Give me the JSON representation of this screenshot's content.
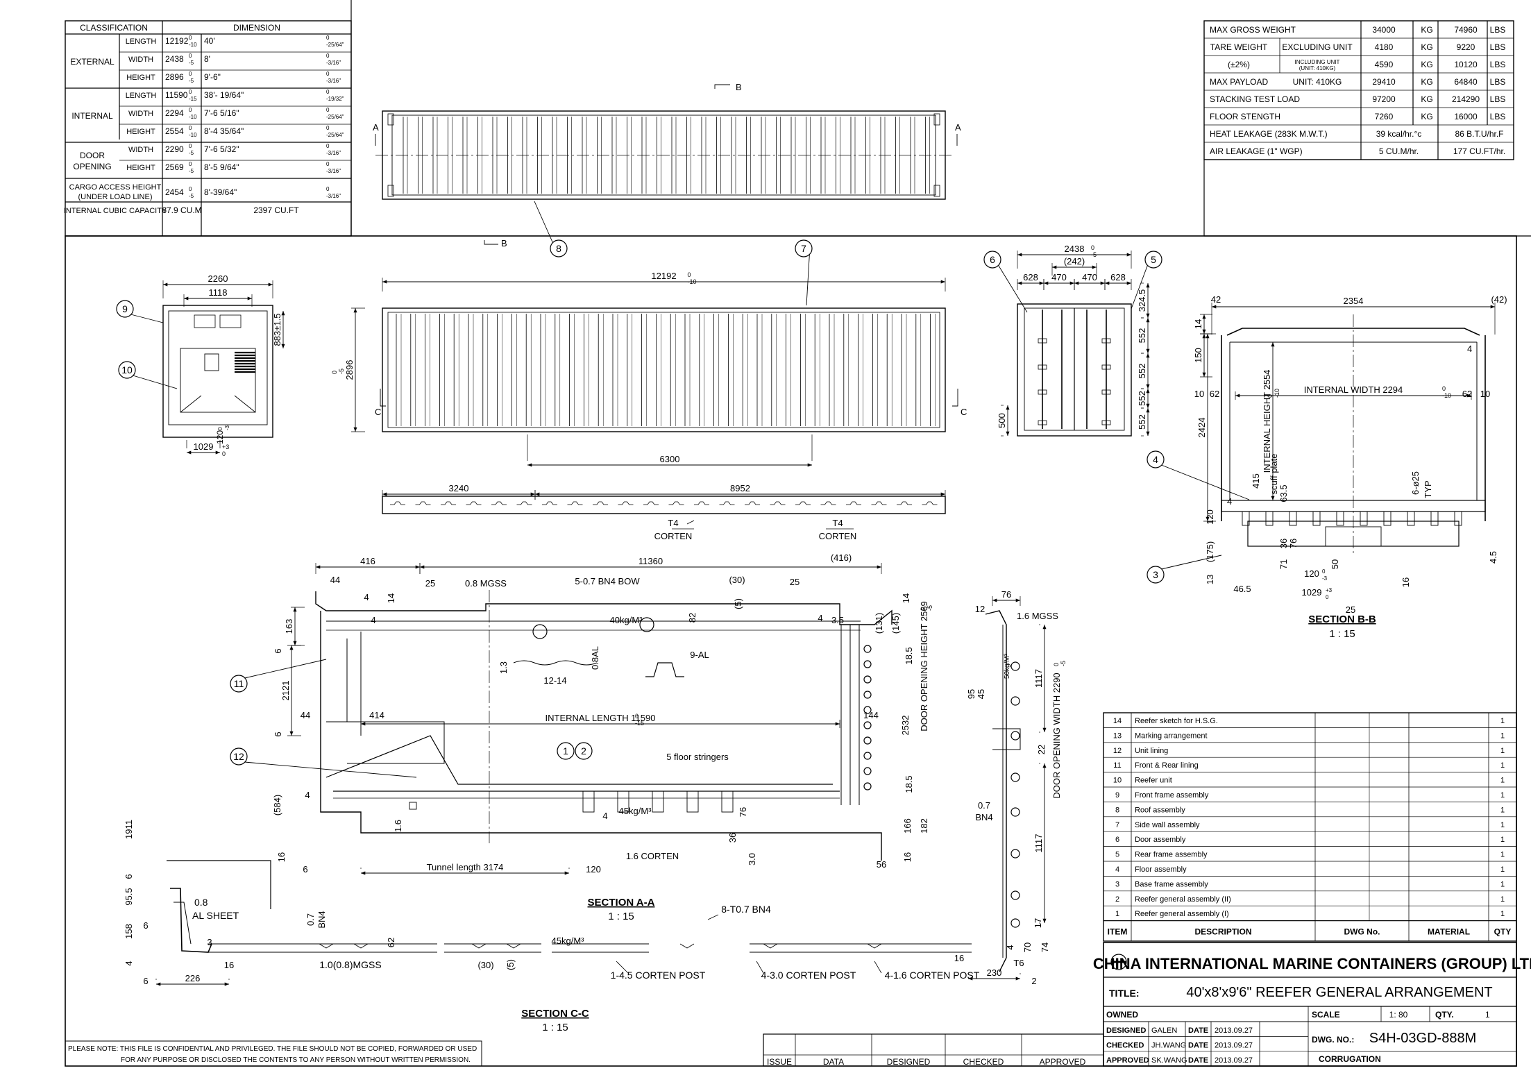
{
  "classification_table": {
    "header": [
      "CLASSIFICATION",
      "DIMENSION"
    ],
    "groups": [
      {
        "name": "EXTERNAL",
        "rows": [
          {
            "label": "LENGTH",
            "mm": "12192",
            "mm_tol": "0 / -10",
            "imp": "40'",
            "imp_tol": "0 / -25/64\""
          },
          {
            "label": "WIDTH",
            "mm": "2438",
            "mm_tol": "0 / -5",
            "imp": "8'",
            "imp_tol": "0 / -3/16\""
          },
          {
            "label": "HEIGHT",
            "mm": "2896",
            "mm_tol": "0 / -5",
            "imp": "9'-6\"",
            "imp_tol": "0 / -3/16\""
          }
        ]
      },
      {
        "name": "INTERNAL",
        "rows": [
          {
            "label": "LENGTH",
            "mm": "11590",
            "mm_tol": "0 / -15",
            "imp": "38'- 19/64\"",
            "imp_tol": "0 / -19/32\""
          },
          {
            "label": "WIDTH",
            "mm": "2294",
            "mm_tol": "0 / -10",
            "imp": "7'-6 5/16\"",
            "imp_tol": "0 / -25/64\""
          },
          {
            "label": "HEIGHT",
            "mm": "2554",
            "mm_tol": "0 / -10",
            "imp": "8'-4 35/64\"",
            "imp_tol": "0 / -25/64\""
          }
        ]
      },
      {
        "name": "DOOR OPENING",
        "rows": [
          {
            "label": "WIDTH",
            "mm": "2290",
            "mm_tol": "0 / -5",
            "imp": "7'-6 5/32\"",
            "imp_tol": "0 / -3/16\""
          },
          {
            "label": "HEIGHT",
            "mm": "2569",
            "mm_tol": "0 / -5",
            "imp": "8'-5 9/64\"",
            "imp_tol": "0 / -3/16\""
          }
        ]
      }
    ],
    "cargo": {
      "label": "CARGO ACCESS HEIGHT (UNDER LOAD LINE)",
      "mm": "2454",
      "mm_tol": "0 / -5",
      "imp": "8'-39/64\"",
      "imp_tol": "0 / -3/16\""
    },
    "capacity": {
      "label": "INTERNAL CUBIC CAPACITY",
      "metric": "67.9 CU.M",
      "imperial": "2397 CU.FT"
    }
  },
  "weights_table": {
    "rows": [
      {
        "label": "MAX GROSS WEIGHT",
        "sub": "",
        "v1": "34000",
        "u1": "KG",
        "v2": "74960",
        "u2": "LBS"
      },
      {
        "label": "TARE WEIGHT",
        "sub": "EXCLUDING UNIT",
        "v1": "4180",
        "u1": "KG",
        "v2": "9220",
        "u2": "LBS"
      },
      {
        "label": "(±2%)",
        "sub": "INCLUDING UNIT (UNIT: 410KG)",
        "v1": "4590",
        "u1": "KG",
        "v2": "10120",
        "u2": "LBS"
      },
      {
        "label": "MAX PAYLOAD",
        "sub": "UNIT: 410KG",
        "v1": "29410",
        "u1": "KG",
        "v2": "64840",
        "u2": "LBS"
      },
      {
        "label": "STACKING TEST LOAD",
        "sub": "",
        "v1": "97200",
        "u1": "KG",
        "v2": "214290",
        "u2": "LBS"
      },
      {
        "label": "FLOOR STENGTH",
        "sub": "",
        "v1": "7260",
        "u1": "KG",
        "v2": "16000",
        "u2": "LBS"
      },
      {
        "label": "HEAT LEAKAGE (283K M.W.T.)",
        "sub": "",
        "v1": "39 kcal/hr.°c",
        "u1": "",
        "v2": "86 B.T.U/hr.F",
        "u2": ""
      },
      {
        "label": "AIR LEAKAGE (1\" WGP)",
        "sub": "",
        "v1": "5 CU.M/hr.",
        "u1": "",
        "v2": "177 CU.FT/hr.",
        "u2": ""
      }
    ]
  },
  "parts_list": {
    "items": [
      {
        "no": "14",
        "desc": "Reefer sketch for H.S.G.",
        "qty": "1"
      },
      {
        "no": "13",
        "desc": "Marking arrangement",
        "qty": "1"
      },
      {
        "no": "12",
        "desc": "Unit lining",
        "qty": "1"
      },
      {
        "no": "11",
        "desc": "Front & Rear lining",
        "qty": "1"
      },
      {
        "no": "10",
        "desc": "Reefer unit",
        "qty": "1"
      },
      {
        "no": "9",
        "desc": "Front frame assembly",
        "qty": "1"
      },
      {
        "no": "8",
        "desc": "Roof assembly",
        "qty": "1"
      },
      {
        "no": "7",
        "desc": "Side wall assembly",
        "qty": "1"
      },
      {
        "no": "6",
        "desc": "Door assembly",
        "qty": "1"
      },
      {
        "no": "5",
        "desc": "Rear frame assembly",
        "qty": "1"
      },
      {
        "no": "4",
        "desc": "Floor assembly",
        "qty": "1"
      },
      {
        "no": "3",
        "desc": "Base frame assembly",
        "qty": "1"
      },
      {
        "no": "2",
        "desc": "Reefer general assembly (II)",
        "qty": "1"
      },
      {
        "no": "1",
        "desc": "Reefer general assembly (I)",
        "qty": "1"
      }
    ],
    "headers": {
      "item": "ITEM",
      "desc": "DESCRIPTION",
      "dwg": "DWG No.",
      "mat": "MATERIAL",
      "qty": "QTY"
    }
  },
  "title_block": {
    "company": "CHINA INTERNATIONAL MARINE CONTAINERS (GROUP) LTD.",
    "title_label": "TITLE:",
    "title": "40'x8'x9'6\" REEFER GENERAL ARRANGEMENT",
    "owned": "OWNED",
    "scale_label": "SCALE",
    "scale": "1: 80",
    "qty_label": "QTY.",
    "qty": "1",
    "rows": [
      {
        "role": "DESIGNED",
        "name": "GALEN",
        "date_label": "DATE",
        "date": "2013.09.27"
      },
      {
        "role": "CHECKED",
        "name": "JH.WANG",
        "date_label": "DATE",
        "date": "2013.09.27"
      },
      {
        "role": "APPROVED",
        "name": "SK.WANG",
        "date_label": "DATE",
        "date": "2013.09.27"
      }
    ],
    "dwg_no_label": "DWG. NO.:",
    "dwg_no": "S4H-03GD-888M",
    "corrugation": "CORRUGATION"
  },
  "revision_block": {
    "headers": [
      "ISSUE",
      "DATA",
      "DESIGNED",
      "CHECKED",
      "APPROVED"
    ]
  },
  "note": {
    "line1": "PLEASE NOTE:  THIS FILE IS CONFIDENTIAL AND PRIVILEGED. THE FILE SHOULD NOT BE COPIED, FORWARDED OR USED",
    "line2": "FOR ANY PURPOSE OR DISCLOSED THE CONTENTS TO ANY PERSON WITHOUT WRITTEN PERMISSION."
  },
  "sections": {
    "aa": {
      "title": "SECTION  A-A",
      "scale": "1 : 15"
    },
    "bb": {
      "title": "SECTION  B-B",
      "scale": "1 : 15"
    },
    "cc": {
      "title": "SECTION  C-C",
      "scale": "1 : 15"
    }
  },
  "dims": {
    "plan": {
      "a1": "A",
      "a2": "A",
      "b1": "B",
      "b2": "B"
    },
    "side": {
      "len": "12192",
      "len_tol": "0 / -10",
      "height": "2896",
      "height_tol": "0 / -5",
      "c1": "C",
      "c2": "C",
      "d6300": "6300"
    },
    "floor": {
      "d3240": "3240",
      "d8952": "8952",
      "t4a": "T4",
      "corten_a": "CORTEN",
      "t4b": "T4",
      "corten_b": "CORTEN"
    },
    "front": {
      "w2260": "2260",
      "w1118": "1118",
      "h883": "883±1.5",
      "d120": "120",
      "d120_tol": "0 / -3",
      "d1029": "1029",
      "d1029_tol": "+3 / 0"
    },
    "rear": {
      "w": "2438",
      "w_tol": "0 / -5",
      "d242": "(242)",
      "d628a": "628",
      "d470a": "470",
      "d470b": "470",
      "d628b": "628",
      "d3245": "324.5",
      "d552a": "552",
      "d552b": "552",
      "d552c": "552",
      "d552d": "552",
      "d500": "500"
    },
    "bb": {
      "d42a": "42",
      "d2354": "2354",
      "d42b": "(42)",
      "d14": "14",
      "d150": "150",
      "d4": "4",
      "d10a": "10",
      "d62a": "62",
      "int_h": "INTERNAL HEIGHT 2554",
      "int_h_tol": "0 / -10",
      "int_w": "INTERNAL WIDTH 2294",
      "int_w_tol": "0 / -10",
      "d62b": "62",
      "d10b": "10",
      "d2424": "2424",
      "d415": "415",
      "scuff": "scuff plate",
      "d635": "63.5",
      "d625": "6-ø25",
      "typ": "TYP",
      "d120": "120",
      "d4b": "4",
      "d175": "(175)",
      "d13": "13",
      "d465": "46.5",
      "d76": "76",
      "d36": "36",
      "d71": "71",
      "d1203": "120",
      "d1203_tol": "0 / -3",
      "d50": "50",
      "d1029": "1029",
      "d1029_tol": "+3 / 0",
      "d25": "25",
      "d16": "16",
      "d45": "4.5"
    },
    "aa": {
      "d416": "416",
      "d11360": "11360",
      "d416b": "(416)",
      "d44": "44",
      "d4a": "4",
      "d14": "14",
      "d25a": "25",
      "mgss": "0.8 MGSS",
      "bow": "5-0.7 BN4 BOW",
      "d30": "(30)",
      "d5": "(5)",
      "d25b": "25",
      "d14b": "14",
      "d163": "163",
      "d4b": "4",
      "density1": "40kg/M³",
      "d82": "82",
      "d4c": "4",
      "d35": "3.5",
      "d131": "(131)",
      "d145": "(145)",
      "d6a": "6",
      "d13": "1.3",
      "d08al": "0.8AL",
      "al9": "9-AL",
      "d1214": "12-14",
      "d2121": "2121",
      "d185a": "18.5",
      "door_h": "DOOR OPENING HEIGHT 2569",
      "door_h_tol": "0 / -5",
      "d44b": "44",
      "d414": "414",
      "int_len": "INTERNAL LENGTH 11590",
      "int_len_tol": "0 / -15",
      "d144": "144",
      "d2532": "2532",
      "d6b": "6",
      "stringers": "5 floor stringers",
      "d584": "(584)",
      "d4d": "4",
      "density2": "45kg/M³",
      "d4e": "4",
      "d76": "76",
      "d185b": "18.5",
      "d16a": "1.6",
      "d36": "36",
      "d166": "166",
      "d182": "182",
      "corten16": "1.6 CORTEN",
      "d30b": "3.0",
      "d16b": "16",
      "d6c": "6",
      "tunnel": "Tunnel length 3174",
      "d120": "120",
      "d56": "56",
      "d16c": "16"
    },
    "door": {
      "d76": "76",
      "d12": "12",
      "mgss": "1.6 MGSS",
      "density": "50kg/M³",
      "d95": "95",
      "d45": "45",
      "d1117a": "1117",
      "width": "DOOR OPENING WIDTH 2290",
      "width_tol": "0 / -5",
      "d22": "22",
      "d07": "0.7",
      "bn4": "BN4",
      "d1117b": "1117",
      "d17": "17",
      "d4": "4",
      "d70": "70",
      "d74": "74",
      "t6": "T6",
      "d16": "16",
      "d230": "230",
      "d2": "2"
    },
    "cc": {
      "d1911": "1911",
      "d955": "95.5",
      "d6a": "6",
      "d08": "0.8",
      "al_sheet": "AL SHEET",
      "d158": "158",
      "d6b": "6",
      "d3": "3",
      "d07": "0.7",
      "bn4": "BN4",
      "d62": "62",
      "d4": "4",
      "d16": "16",
      "mgss": "1.0(0.8)MGSS",
      "d30": "(30)",
      "d5": "(5)",
      "density": "45kg/M³",
      "t07": "8-T0.7 BN4",
      "post1": "1-4.5 CORTEN POST",
      "post2": "4-3.0 CORTEN POST",
      "post3": "4-1.6 CORTEN POST",
      "d6c": "6",
      "d226": "226"
    }
  },
  "balloons": [
    "1",
    "2",
    "3",
    "4",
    "5",
    "6",
    "7",
    "8",
    "9",
    "10",
    "11",
    "12"
  ]
}
